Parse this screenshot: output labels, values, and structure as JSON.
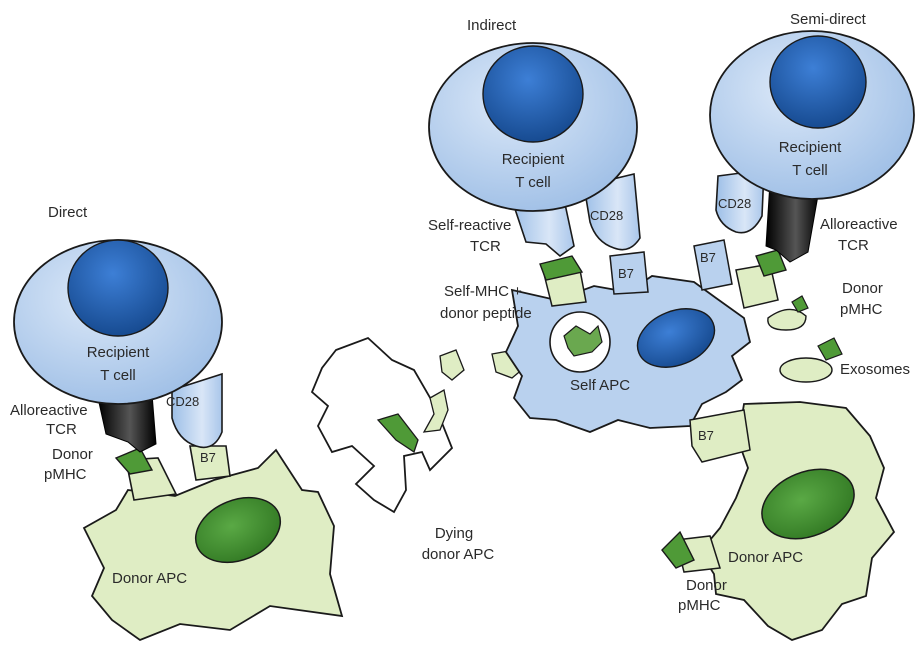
{
  "panels": {
    "direct": "Direct",
    "indirect": "Indirect",
    "semi_direct": "Semi-direct"
  },
  "cells": {
    "recipient_t_cell_line1": "Recipient",
    "recipient_t_cell_line2": "T cell",
    "donor_apc": "Donor APC",
    "self_apc": "Self APC",
    "dying_donor_apc_line1": "Dying",
    "dying_donor_apc_line2": "donor APC"
  },
  "molecules": {
    "cd28": "CD28",
    "b7": "B7",
    "alloreactive_tcr_line1": "Alloreactive",
    "alloreactive_tcr_line2": "TCR",
    "self_reactive_tcr_line1": "Self-reactive",
    "self_reactive_tcr_line2": "TCR",
    "donor_pmhc_line1": "Donor",
    "donor_pmhc_line2": "pMHC",
    "self_mhc_line1": "Self-MHC +",
    "self_mhc_line2": "donor peptide",
    "exosomes": "Exosomes"
  },
  "colors": {
    "tcell_fill": "#b9d1ee",
    "nucleus_blue": "#1f5fb4",
    "donor_green": "#dfedc4",
    "nucleus_green": "#3f8f2e",
    "outline": "#1a1a1a"
  }
}
